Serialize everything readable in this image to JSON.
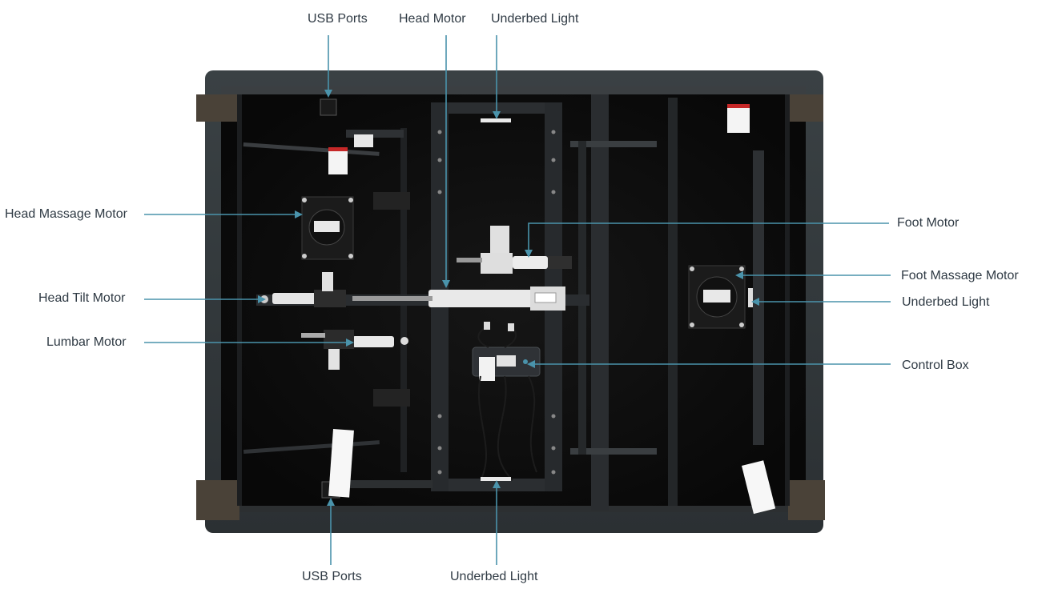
{
  "diagram": {
    "labels": {
      "usb_ports_top": "USB Ports",
      "head_motor": "Head Motor",
      "underbed_light_top": "Underbed Light",
      "head_massage_motor": "Head Massage Motor",
      "head_tilt_motor": "Head Tilt Motor",
      "lumbar_motor": "Lumbar Motor",
      "foot_motor": "Foot Motor",
      "foot_massage_motor": "Foot Massage Motor",
      "underbed_light_right": "Underbed Light",
      "control_box": "Control Box",
      "usb_ports_bottom": "USB Ports",
      "underbed_light_bottom": "Underbed Light"
    },
    "colors": {
      "leader_line": "#4a93ab",
      "fabric": "#2f3538",
      "frame_interior": "#0d0d0d",
      "steel": "#2a2d30",
      "leg": "#4a4238",
      "label_text": "#2f3a44"
    }
  }
}
